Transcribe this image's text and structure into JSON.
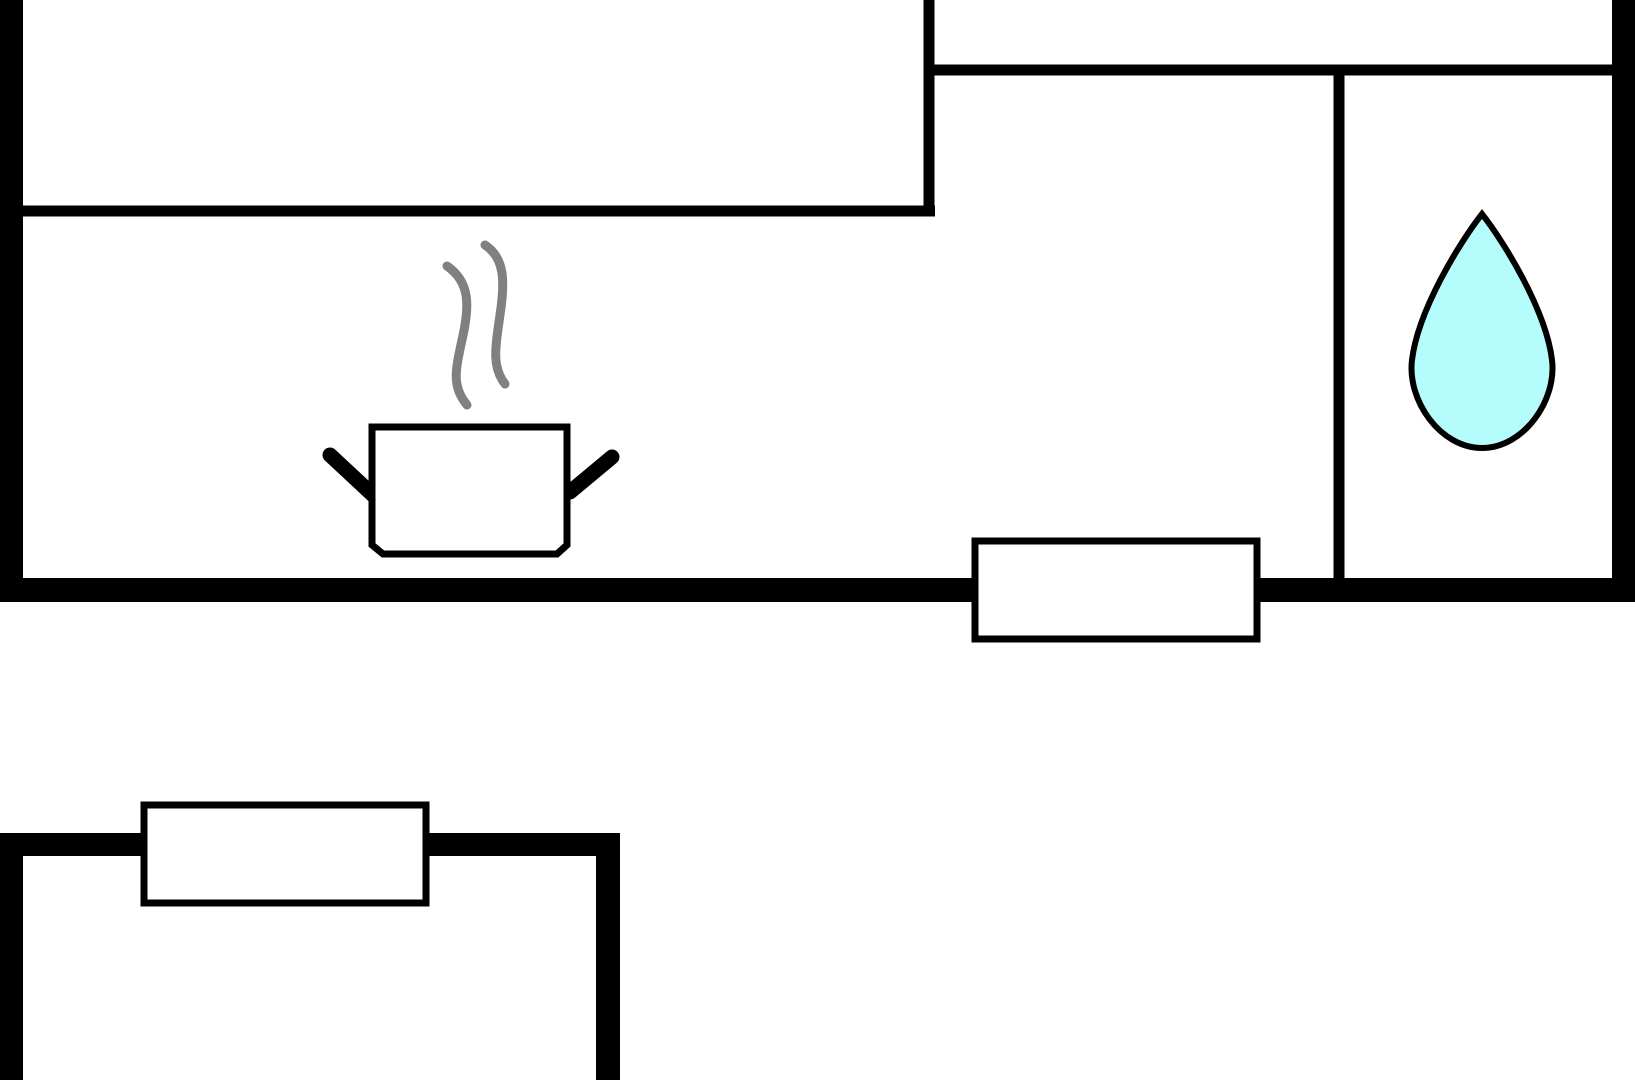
{
  "diagram": {
    "kind": "floor-plan",
    "background_color": "#ffffff",
    "wall_color": "#000000",
    "rooms": [
      {
        "id": "upper-left-room"
      },
      {
        "id": "upper-right-room"
      },
      {
        "id": "kitchen",
        "icon": "cooking-pot-icon"
      },
      {
        "id": "bathroom",
        "icon": "water-drop-icon"
      },
      {
        "id": "lower-left-room"
      }
    ],
    "doors": [
      {
        "id": "kitchen-door"
      },
      {
        "id": "lower-room-door"
      }
    ],
    "icons": {
      "pot": {
        "name": "cooking-pot-icon",
        "steam_color": "#808080"
      },
      "drop": {
        "name": "water-drop-icon",
        "fill_color": "#b5fdfd"
      }
    }
  }
}
